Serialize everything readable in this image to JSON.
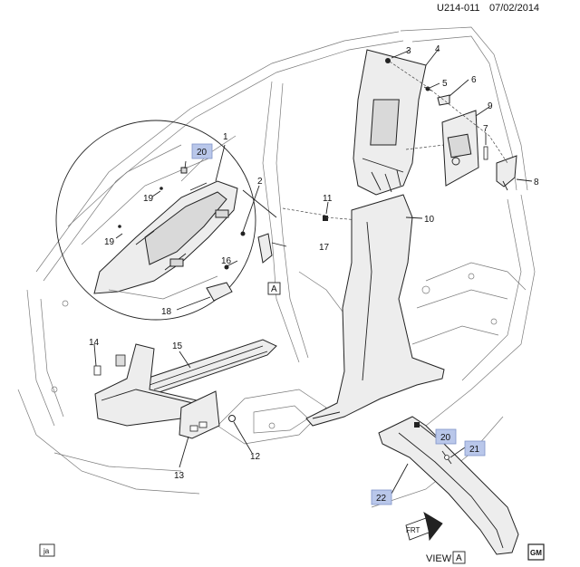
{
  "header": {
    "code": "U214-011",
    "date": "07/02/2014"
  },
  "callouts": {
    "c1": "1",
    "c2": "2",
    "c3": "3",
    "c4": "4",
    "c5": "5",
    "c6": "6",
    "c7": "7",
    "c8": "8",
    "c9": "9",
    "c10": "10",
    "c11": "11",
    "c14": "14",
    "c15": "15",
    "c16": "16",
    "c17": "17",
    "c18": "18",
    "c19a": "19",
    "c19b": "19",
    "c20a": "20",
    "c20b": "20",
    "c21": "21",
    "c22": "22",
    "c12": "12",
    "c13": "13"
  },
  "view_marker": {
    "letter": "A"
  },
  "view_label": {
    "word": "VIEW",
    "letter": "A"
  },
  "front_arrow": {
    "text": "FRT"
  },
  "footer": {
    "initials": "ja"
  },
  "logo": {
    "text": "GM"
  },
  "colors": {
    "highlight": "#b9c7ea",
    "line": "#222222"
  }
}
